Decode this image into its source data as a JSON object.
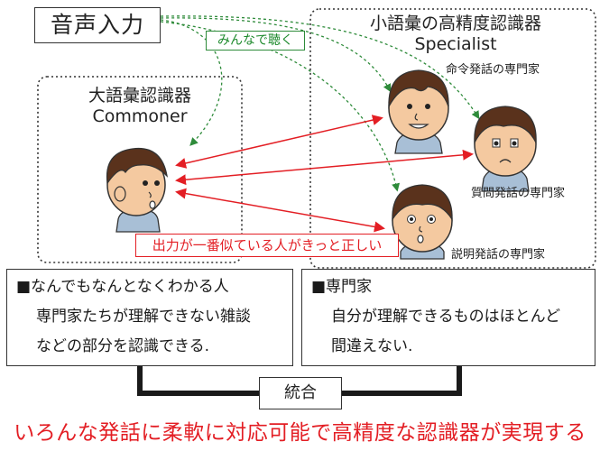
{
  "input": {
    "label": "音声入力"
  },
  "listen_tag": "みんなで聴く",
  "commoner": {
    "title_ja": "大語彙認識器",
    "title_en": "Commoner"
  },
  "specialist": {
    "title_ja": "小語彙の高精度認識器",
    "title_en": "Specialist",
    "experts": [
      {
        "label": "命令発話の専門家"
      },
      {
        "label": "質問発話の専門家"
      },
      {
        "label": "説明発話の専門家"
      }
    ]
  },
  "rule_tag": "出力が一番似ている人がきっと正しい",
  "commoner_desc": {
    "heading": "■なんでもなんとなくわかる人",
    "line2": "専門家たちが理解できない雑談",
    "line3": "などの部分を認識できる."
  },
  "specialist_desc": {
    "heading": "■専門家",
    "line2": "自分が理解できるものはほとんど",
    "line3": "間違えない."
  },
  "merge_label": "統合",
  "result_text": "いろんな発話に柔軟に対応可能で高精度な認識器が実現する",
  "colors": {
    "red": "#e31e24",
    "green": "#1d8a2c",
    "frame": "#333333"
  }
}
